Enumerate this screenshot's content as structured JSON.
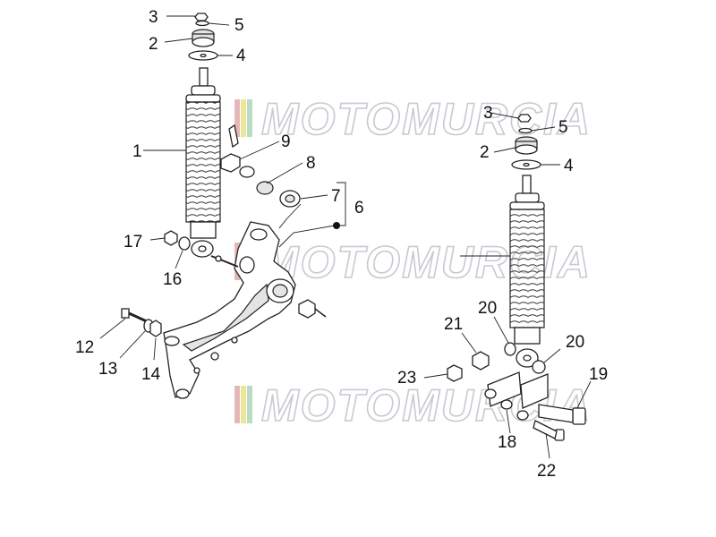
{
  "watermark": {
    "text": "MOTOMURCIA",
    "stripe_colors": [
      "#e4b8b8",
      "#ede59a",
      "#b9dcc3"
    ]
  },
  "callouts": [
    {
      "id": "l3a",
      "text": "3"
    },
    {
      "id": "l5a",
      "text": "5"
    },
    {
      "id": "l2a",
      "text": "2"
    },
    {
      "id": "l4a",
      "text": "4"
    },
    {
      "id": "l1",
      "text": "1"
    },
    {
      "id": "l9",
      "text": "9"
    },
    {
      "id": "l8",
      "text": "8"
    },
    {
      "id": "l7",
      "text": "7"
    },
    {
      "id": "l6",
      "text": "6"
    },
    {
      "id": "l17",
      "text": "17"
    },
    {
      "id": "l16",
      "text": "16"
    },
    {
      "id": "l12",
      "text": "12"
    },
    {
      "id": "l13",
      "text": "13"
    },
    {
      "id": "l14",
      "text": "14"
    },
    {
      "id": "l3b",
      "text": "3"
    },
    {
      "id": "l5b",
      "text": "5"
    },
    {
      "id": "l2b",
      "text": "2"
    },
    {
      "id": "l4b",
      "text": "4"
    },
    {
      "id": "l21",
      "text": "21"
    },
    {
      "id": "l20a",
      "text": "20"
    },
    {
      "id": "l20b",
      "text": "20"
    },
    {
      "id": "l23",
      "text": "23"
    },
    {
      "id": "l19",
      "text": "19"
    },
    {
      "id": "l18",
      "text": "18"
    },
    {
      "id": "l22",
      "text": "22"
    }
  ]
}
